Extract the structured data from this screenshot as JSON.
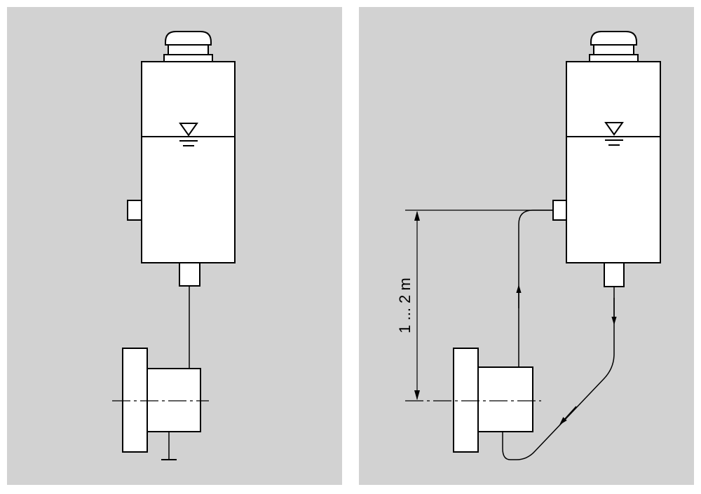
{
  "colors": {
    "panel_background": "#d2d2d2",
    "page_background": "#ffffff",
    "line": "#000000",
    "fill": "#ffffff"
  },
  "panels": [
    {
      "name": "left-panel",
      "content": "reservoir-above-pump-gravity-feed"
    },
    {
      "name": "right-panel",
      "content": "reservoir-with-circulation-loop"
    }
  ],
  "right_panel": {
    "dimension_label": "1 ... 2 m"
  },
  "icons": [
    "liquid-level-triangle-icon",
    "ground-icon",
    "flow-arrow-icon"
  ]
}
